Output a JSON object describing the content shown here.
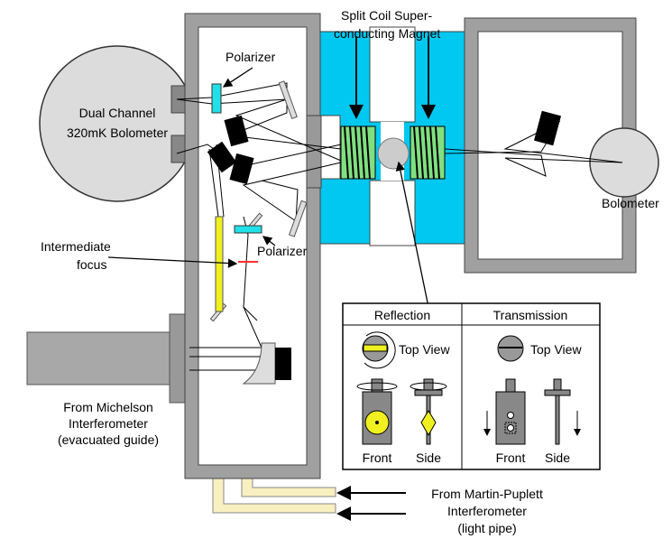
{
  "labels": {
    "magnet_line1": "Split Coil Super-",
    "magnet_line2": "conducting Magnet",
    "polarizer_top": "Polarizer",
    "polarizer_bottom": "Polarizer",
    "dual_bolometer_line1": "Dual Channel",
    "dual_bolometer_line2": "320mK Bolometer",
    "bolometer": "Bolometer",
    "intermediate_line1": "Intermediate",
    "intermediate_line2": "focus",
    "michelson_line1": "From Michelson",
    "michelson_line2": "Interferometer",
    "michelson_line3": "(evacuated guide)",
    "martin_line1": "From Martin-Puplett",
    "martin_line2": "Interferometer",
    "martin_line3": "(light pipe)"
  },
  "inset": {
    "reflection": {
      "title": "Reflection",
      "top_view": "Top View",
      "front": "Front",
      "side": "Side"
    },
    "transmission": {
      "title": "Transmission",
      "top_view": "Top View",
      "front": "Front",
      "side": "Side"
    }
  },
  "colors": {
    "magnet": "#00c8f0",
    "coil": "#80e080",
    "polarizer": "#20e0e8",
    "yellow": "#f0f020",
    "light_pipe": "#f8f0c0",
    "wall": "#a0a0a0",
    "bolometer": "#d8d8d8",
    "focus": "#ff3030"
  }
}
